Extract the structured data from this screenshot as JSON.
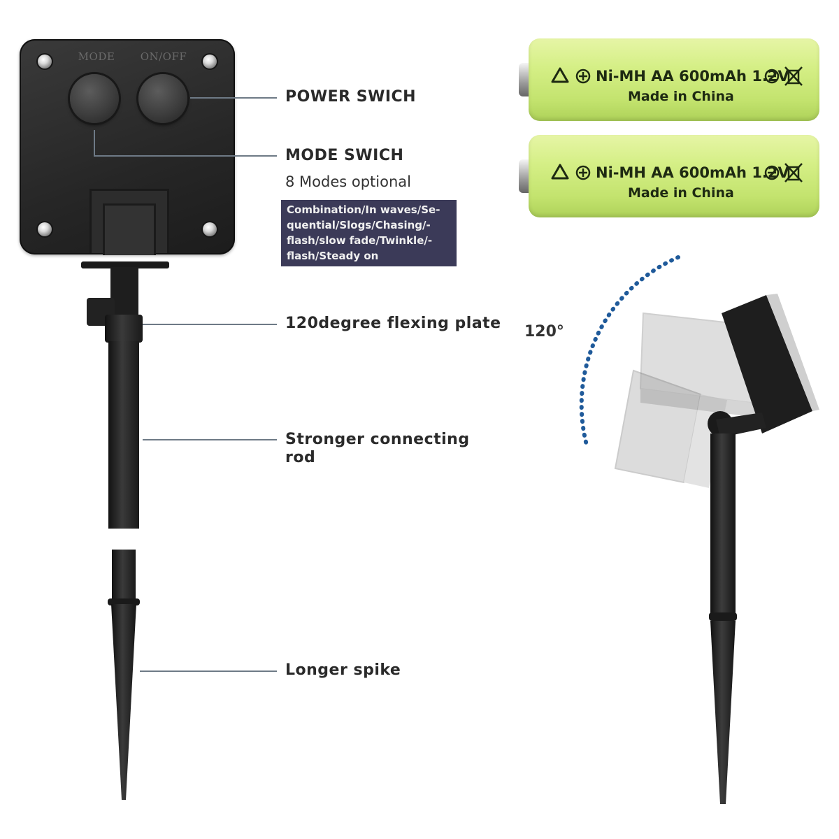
{
  "device": {
    "mode_label": "MODE",
    "onoff_label": "ON/OFF"
  },
  "callouts": {
    "power_switch": "POWER SWICH",
    "mode_switch": "MODE SWICH",
    "modes_optional": "8 Modes optional",
    "modes_list": [
      "Combination/In waves/Se-",
      "quential/Slogs/Chasing/-",
      "flash/slow fade/Twinkle/-",
      "flash/Steady on"
    ],
    "flexing_plate": "120degree flexing plate",
    "connecting_rod_line1": "Stronger connecting",
    "connecting_rod_line2": "rod",
    "spike": "Longer spike"
  },
  "batteries": [
    {
      "spec": "Ni-MH AA 600mAh 1.2V",
      "origin": "Made in China"
    },
    {
      "spec": "Ni-MH AA 600mAh 1.2V",
      "origin": "Made in China"
    }
  ],
  "rotation": {
    "angle_label": "120°"
  },
  "colors": {
    "callout_line": "#6e7a86",
    "modes_box_bg": "#3b3a58",
    "battery_green": "#d5ef86",
    "arc_dots": "#1f5a9a",
    "device_body": "#262626"
  },
  "icons": [
    "screw-icon",
    "recycle-icon",
    "plus-terminal-icon",
    "minus-terminal-icon",
    "crossed-bin-icon"
  ]
}
